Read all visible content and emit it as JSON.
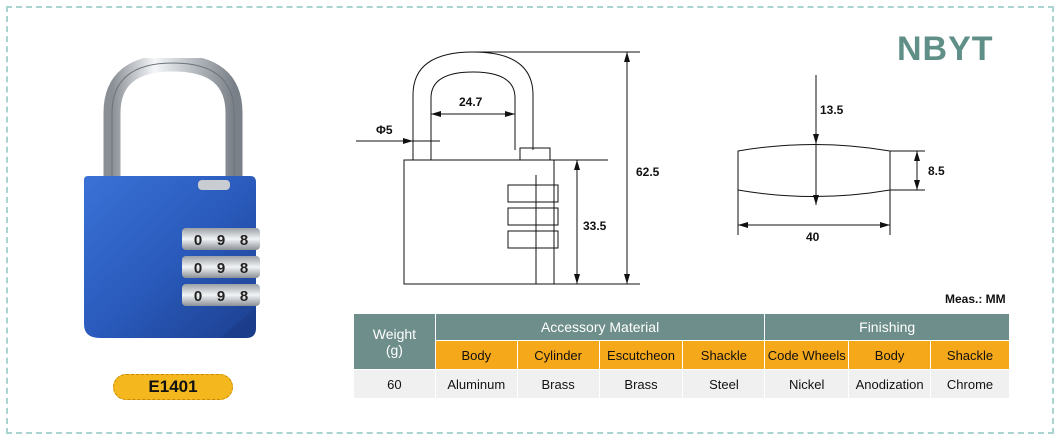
{
  "brand": "NBYT",
  "model": "E1401",
  "lock_digits": [
    [
      "0",
      "9",
      "8"
    ],
    [
      "0",
      "9",
      "8"
    ],
    [
      "0",
      "9",
      "8"
    ]
  ],
  "drawing": {
    "shackle_diameter_label": "Φ5",
    "shackle_inner_width": "24.7",
    "total_height": "62.5",
    "body_height": "33.5",
    "key_depth": "13.5",
    "key_thickness": "8.5",
    "key_width": "40"
  },
  "measure_note": "Meas.: MM",
  "table": {
    "weight_header_line1": "Weight",
    "weight_header_line2": "(g)",
    "group_accessory": "Accessory Material",
    "group_finishing": "Finishing",
    "sub_headers": [
      "Body",
      "Cylinder",
      "Escutcheon",
      "Shackle",
      "Code Wheels",
      "Body",
      "Shackle"
    ],
    "values": [
      "60",
      "Aluminum",
      "Brass",
      "Brass",
      "Steel",
      "Nickel",
      "Anodization",
      "Chrome"
    ]
  },
  "colors": {
    "brand_text": "#5f8f86",
    "header_grey": "#6e8e8b",
    "header_orange": "#f6a81b",
    "badge": "#f4b81e",
    "lock_body": "#2f62c4"
  }
}
